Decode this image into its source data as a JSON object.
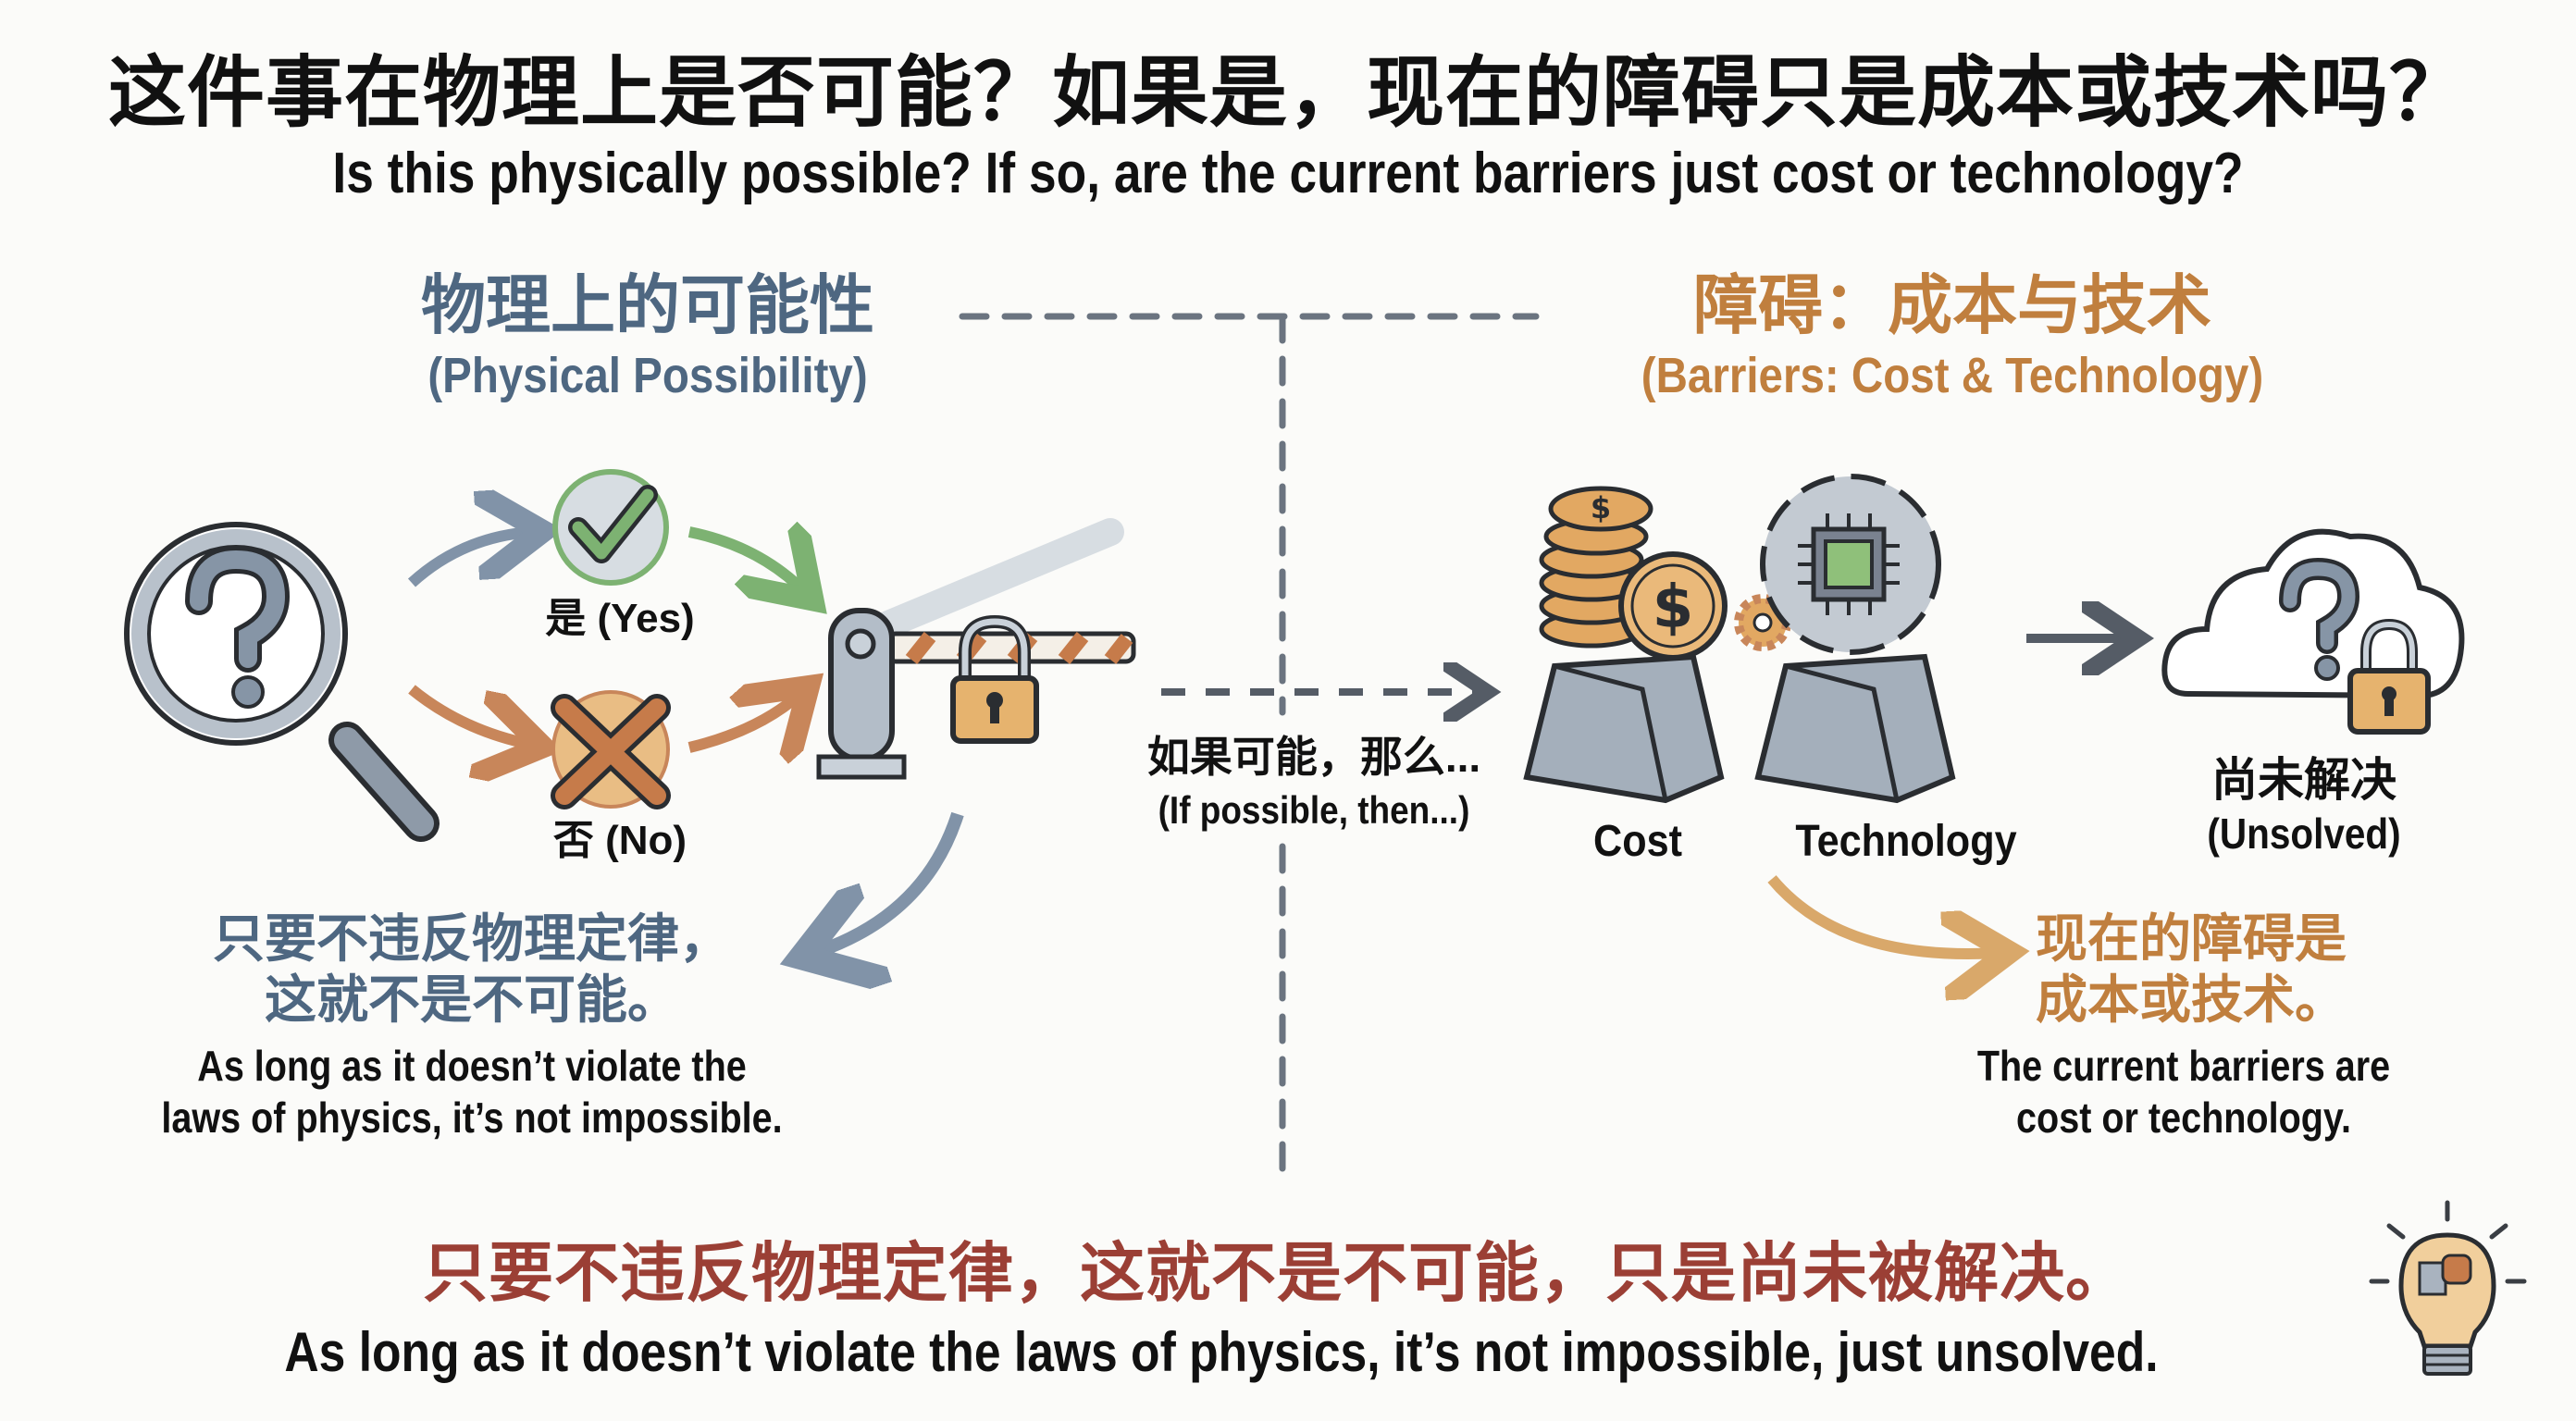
{
  "header": {
    "title_zh": "这件事在物理上是否可能？如果是，现在的障碍只是成本或技术吗？",
    "title_en": "Is this physically possible? If so, are the current barriers just cost or technology?"
  },
  "left_section": {
    "heading_zh": "物理上的可能性",
    "heading_en": "(Physical Possibility)",
    "yes_label": "是 (Yes)",
    "no_label": "否 (No)",
    "note_zh_line1": "只要不违反物理定律，",
    "note_zh_line2": "这就不是不可能。",
    "note_en_line1": "As long as it doesn’t violate the",
    "note_en_line2": "laws of physics, it’s not impossible."
  },
  "connector": {
    "text_zh": "如果可能，那么...",
    "text_en": "(If possible, then...)"
  },
  "right_section": {
    "heading_zh": "障碍：成本与技术",
    "heading_en": "(Barriers: Cost & Technology)",
    "cost_label": "Cost",
    "technology_label": "Technology",
    "coin_symbol": "$",
    "unsolved_zh": "尚未解决",
    "unsolved_en": "(Unsolved)",
    "note_zh_line1": "现在的障碍是",
    "note_zh_line2": "成本或技术。",
    "note_en_line1": "The current barriers are",
    "note_en_line2": "cost or technology."
  },
  "footer": {
    "conclusion_zh": "只要不违反物理定律，这就不是不可能，只是尚未被解决。",
    "conclusion_en": "As long as it doesn’t violate the laws of physics, it’s not impossible, just unsolved."
  },
  "colors": {
    "blue": "#4e6781",
    "orange": "#c07f3e",
    "red": "#9b3f35",
    "green": "#7db272",
    "metal": "#a9b3bf",
    "gold": "#e6b36e"
  },
  "icons": [
    "magnifier-question-icon",
    "check-circle-icon",
    "cross-circle-icon",
    "barrier-gate-icon",
    "padlock-icon",
    "coin-stack-icon",
    "gear-chip-icon",
    "cloud-question-icon",
    "lightbulb-puzzle-icon"
  ]
}
